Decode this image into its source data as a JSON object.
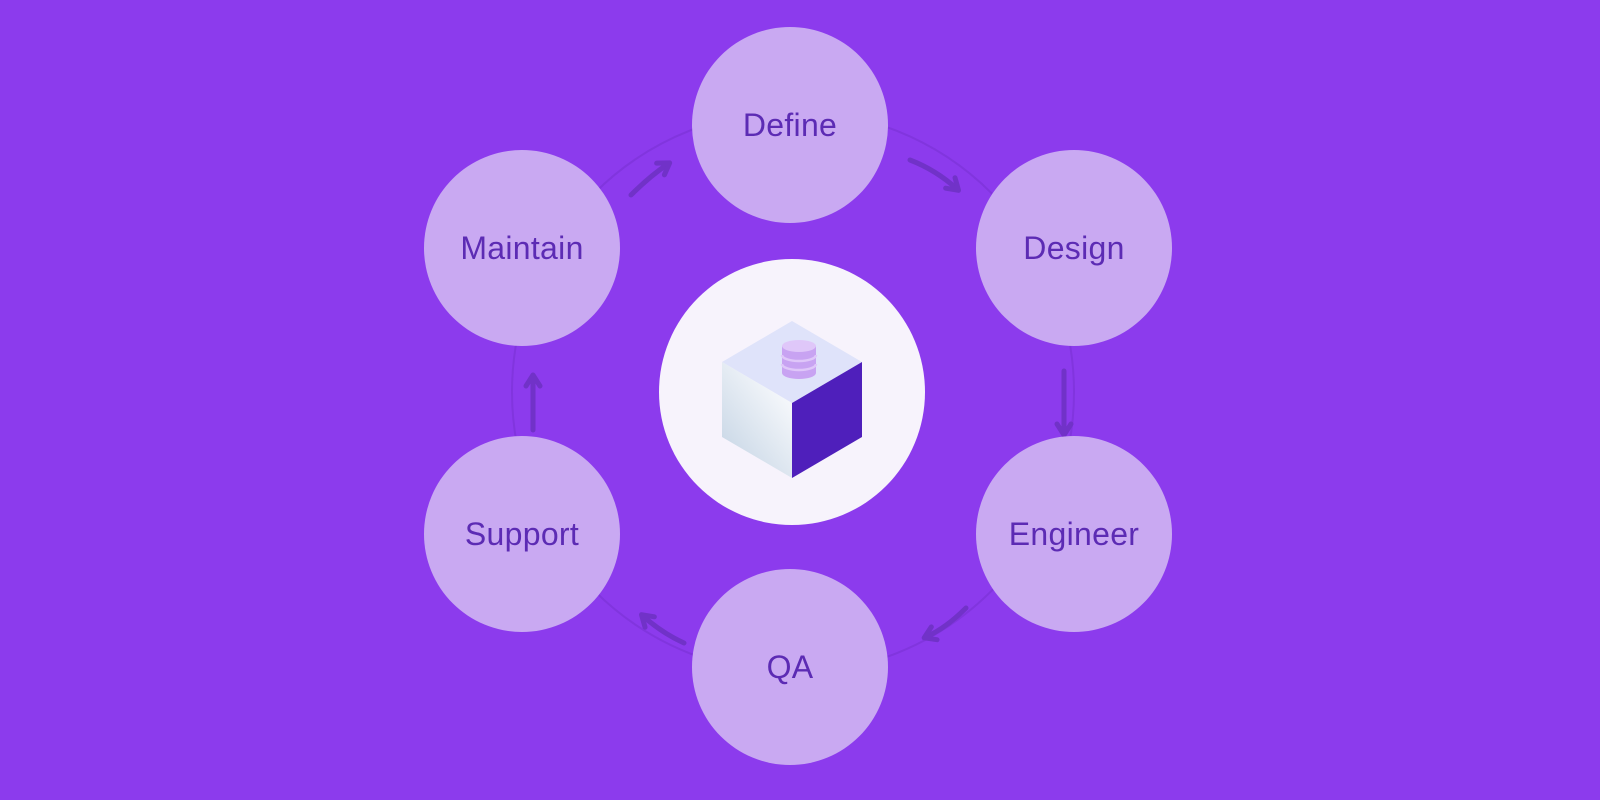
{
  "colors": {
    "background": "#8C3BED",
    "node-fill": "#C9A9F2",
    "node-text": "#5C2BB4",
    "arrow": "#7132C8",
    "ring": "rgba(70,20,140,0.15)",
    "hub-fill": "#F7F3FC",
    "cube-top": "#DFE3FA",
    "cube-right": "#4F1FBB",
    "cube-left-start": "#FEFEFF",
    "cube-left-end": "#C2D2E3",
    "cylinder": "#C8A3F2",
    "cylinder-light": "#DFC7F9"
  },
  "nodes": [
    {
      "id": "define",
      "label": "Define"
    },
    {
      "id": "design",
      "label": "Design"
    },
    {
      "id": "engineer",
      "label": "Engineer"
    },
    {
      "id": "qa",
      "label": "QA"
    },
    {
      "id": "support",
      "label": "Support"
    },
    {
      "id": "maintain",
      "label": "Maintain"
    }
  ],
  "arrows": [
    {
      "from": "Maintain",
      "to": "Define"
    },
    {
      "from": "Define",
      "to": "Design"
    },
    {
      "from": "Design",
      "to": "Engineer"
    },
    {
      "from": "Engineer",
      "to": "QA"
    },
    {
      "from": "QA",
      "to": "Support"
    },
    {
      "from": "Support",
      "to": "Maintain"
    }
  ],
  "hub": {
    "icon": "isometric-cube-with-database"
  }
}
